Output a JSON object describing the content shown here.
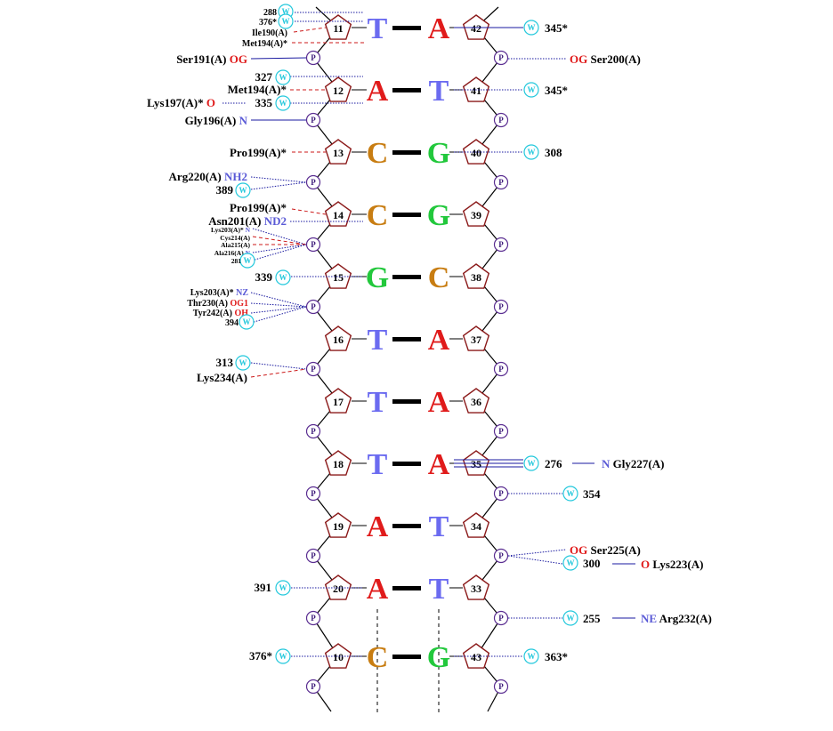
{
  "symbols": {
    "phosphate": "P",
    "water": "W"
  },
  "colors": {
    "T": "#6b6bf0",
    "A": "#e01b1b",
    "C": "#c87d12",
    "G": "#22c83c",
    "backbone": "#000000",
    "sugar": "#8b1a1a",
    "phosphate": "#5a2d91",
    "water": "#22c8dc",
    "hbond": "#1a1aa0",
    "contact": "#cc1a1a",
    "atom_red": "#e01b1b",
    "atom_blue": "#5a5ad6"
  },
  "base_pairs": [
    {
      "left_num": "11",
      "left_base": "T",
      "right_base": "A",
      "right_num": "42"
    },
    {
      "left_num": "12",
      "left_base": "A",
      "right_base": "T",
      "right_num": "41"
    },
    {
      "left_num": "13",
      "left_base": "C",
      "right_base": "G",
      "right_num": "40"
    },
    {
      "left_num": "14",
      "left_base": "C",
      "right_base": "G",
      "right_num": "39"
    },
    {
      "left_num": "15",
      "left_base": "G",
      "right_base": "C",
      "right_num": "38"
    },
    {
      "left_num": "16",
      "left_base": "T",
      "right_base": "A",
      "right_num": "37"
    },
    {
      "left_num": "17",
      "left_base": "T",
      "right_base": "A",
      "right_num": "36"
    },
    {
      "left_num": "18",
      "left_base": "T",
      "right_base": "A",
      "right_num": "35"
    },
    {
      "left_num": "19",
      "left_base": "A",
      "right_base": "T",
      "right_num": "34"
    },
    {
      "left_num": "20",
      "left_base": "A",
      "right_base": "T",
      "right_num": "33"
    },
    {
      "left_num": "10",
      "left_base": "C",
      "right_base": "G",
      "right_num": "43"
    }
  ],
  "left_labels": [
    {
      "segments": [
        {
          "text": "288"
        }
      ],
      "water": true
    },
    {
      "segments": [
        {
          "text": "376*"
        }
      ],
      "water": true
    },
    {
      "segments": [
        {
          "text": "Ile190(A)"
        }
      ]
    },
    {
      "segments": [
        {
          "text": "Met194(A)*"
        }
      ]
    },
    {
      "segments": [
        {
          "text": "Ser191(A) "
        },
        {
          "text": "OG",
          "color": "red"
        }
      ]
    },
    {
      "segments": [
        {
          "text": "327"
        }
      ],
      "water": true
    },
    {
      "segments": [
        {
          "text": "Met194(A)*"
        }
      ]
    },
    {
      "segments": [
        {
          "text": "Lys197(A)* "
        },
        {
          "text": "O",
          "color": "red"
        }
      ]
    },
    {
      "segments": [
        {
          "text": "335"
        }
      ],
      "water": true
    },
    {
      "segments": [
        {
          "text": "Gly196(A) "
        },
        {
          "text": "N",
          "color": "blue"
        }
      ]
    },
    {
      "segments": [
        {
          "text": "Pro199(A)*"
        }
      ]
    },
    {
      "segments": [
        {
          "text": "Arg220(A) "
        },
        {
          "text": "NH2",
          "color": "blue"
        }
      ]
    },
    {
      "segments": [
        {
          "text": "389"
        }
      ],
      "water": true
    },
    {
      "segments": [
        {
          "text": "Pro199(A)*"
        }
      ]
    },
    {
      "segments": [
        {
          "text": "Asn201(A) "
        },
        {
          "text": "ND2",
          "color": "blue"
        }
      ]
    },
    {
      "segments": [
        {
          "text": "Lys203(A)* "
        },
        {
          "text": "N",
          "color": "blue"
        }
      ]
    },
    {
      "segments": [
        {
          "text": "Cys214(A)"
        }
      ]
    },
    {
      "segments": [
        {
          "text": "Ala215(A)"
        }
      ]
    },
    {
      "segments": [
        {
          "text": "Ala216(A) "
        },
        {
          "text": "N",
          "color": "blue"
        }
      ]
    },
    {
      "segments": [
        {
          "text": "281"
        }
      ],
      "water": true
    },
    {
      "segments": [
        {
          "text": "339"
        }
      ],
      "water": true
    },
    {
      "segments": [
        {
          "text": "Lys203(A)* "
        },
        {
          "text": "NZ",
          "color": "blue"
        }
      ]
    },
    {
      "segments": [
        {
          "text": "Thr230(A) "
        },
        {
          "text": "OG1",
          "color": "red"
        }
      ]
    },
    {
      "segments": [
        {
          "text": "Tyr242(A) "
        },
        {
          "text": "OH",
          "color": "red"
        }
      ]
    },
    {
      "segments": [
        {
          "text": "394"
        }
      ],
      "water": true
    },
    {
      "segments": [
        {
          "text": "313"
        }
      ],
      "water": true
    },
    {
      "segments": [
        {
          "text": "Lys234(A)"
        }
      ]
    },
    {
      "segments": [
        {
          "text": "391"
        }
      ],
      "water": true
    },
    {
      "segments": [
        {
          "text": "376*"
        }
      ],
      "water": true
    }
  ],
  "right_labels": [
    {
      "segments": [
        {
          "text": "345*"
        }
      ],
      "water": true
    },
    {
      "segments": [
        {
          "text": "OG",
          "color": "red"
        },
        {
          "text": " Ser200(A)"
        }
      ]
    },
    {
      "segments": [
        {
          "text": "345*"
        }
      ],
      "water": true
    },
    {
      "segments": [
        {
          "text": "308"
        }
      ],
      "water": true
    },
    {
      "segments": [
        {
          "text": "276"
        }
      ],
      "water": true
    },
    {
      "segments": [
        {
          "text": "N",
          "color": "blue"
        },
        {
          "text": " Gly227(A)"
        }
      ]
    },
    {
      "segments": [
        {
          "text": "354"
        }
      ],
      "water": true
    },
    {
      "segments": [
        {
          "text": "OG",
          "color": "red"
        },
        {
          "text": " Ser225(A)"
        }
      ]
    },
    {
      "segments": [
        {
          "text": "300"
        }
      ],
      "water": true
    },
    {
      "segments": [
        {
          "text": "O",
          "color": "red"
        },
        {
          "text": " Lys223(A)"
        }
      ]
    },
    {
      "segments": [
        {
          "text": "255"
        }
      ],
      "water": true
    },
    {
      "segments": [
        {
          "text": "NE",
          "color": "blue"
        },
        {
          "text": " Arg232(A)"
        }
      ]
    },
    {
      "segments": [
        {
          "text": "363*"
        }
      ],
      "water": true
    }
  ]
}
